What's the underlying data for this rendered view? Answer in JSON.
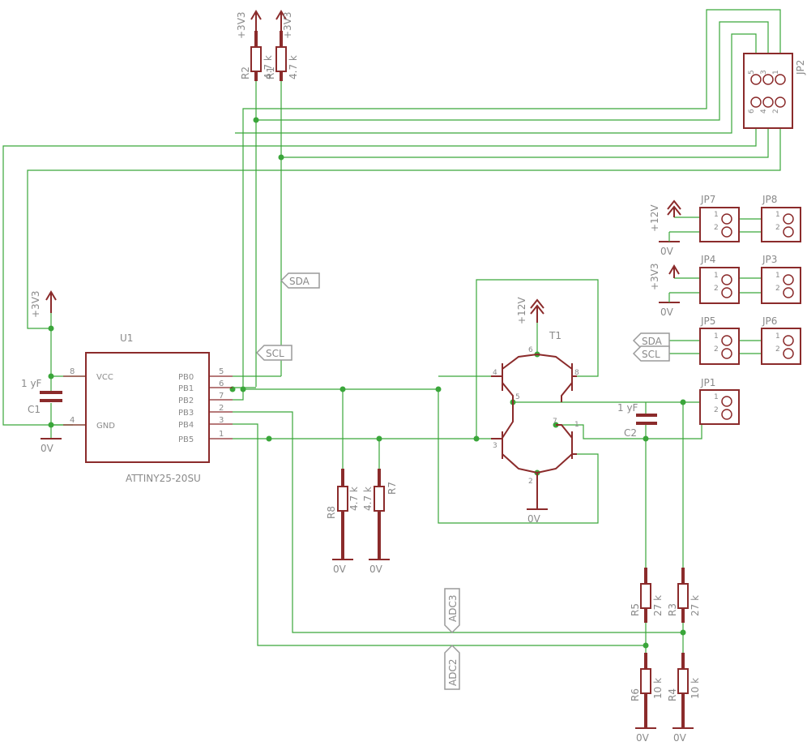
{
  "u1": {
    "name": "U1",
    "value": "ATTINY25-20SU",
    "pins": [
      {
        "label": "VCC",
        "num": "8"
      },
      {
        "label": "GND",
        "num": "4"
      },
      {
        "label": "PB0",
        "num": "5"
      },
      {
        "label": "PB1",
        "num": "6"
      },
      {
        "label": "PB2",
        "num": "7"
      },
      {
        "label": "PB3",
        "num": "2"
      },
      {
        "label": "PB4",
        "num": "3"
      },
      {
        "label": "PB5",
        "num": "1"
      }
    ]
  },
  "resistors": [
    {
      "name": "R2",
      "value": "4.7 k"
    },
    {
      "name": "R1",
      "value": "4.7 k"
    },
    {
      "name": "R8",
      "value": "4.7 k"
    },
    {
      "name": "R7",
      "value": "4.7 k"
    },
    {
      "name": "R5",
      "value": "27 k"
    },
    {
      "name": "R3",
      "value": "27 k"
    },
    {
      "name": "R6",
      "value": "10 k"
    },
    {
      "name": "R4",
      "value": "10 k"
    }
  ],
  "capacitors": [
    {
      "name": "C1",
      "value": "1 yF"
    },
    {
      "name": "C2",
      "value": "1 yF"
    }
  ],
  "transistor": {
    "name": "T1",
    "pins": [
      "1",
      "2",
      "3",
      "4",
      "5",
      "6",
      "7",
      "8"
    ]
  },
  "connectors": {
    "jp2": {
      "name": "JP2",
      "pins": [
        "5",
        "3",
        "1",
        "6",
        "4",
        "2"
      ]
    },
    "two_pin": [
      {
        "name": "JP7"
      },
      {
        "name": "JP8"
      },
      {
        "name": "JP4"
      },
      {
        "name": "JP3"
      },
      {
        "name": "JP5"
      },
      {
        "name": "JP6"
      },
      {
        "name": "JP1"
      }
    ],
    "pin1": "1",
    "pin2": "2"
  },
  "supplies": {
    "v33": "+3V3",
    "v12": "+12V",
    "gnd": "0V"
  },
  "nets": {
    "sda": "SDA",
    "scl": "SCL",
    "adc3": "ADC3",
    "adc2": "ADC2"
  },
  "colors": {
    "wire": "#3aa63a",
    "component": "#8b2b2b",
    "text": "#8a8a8a",
    "net_label": "#9a9a9a"
  }
}
